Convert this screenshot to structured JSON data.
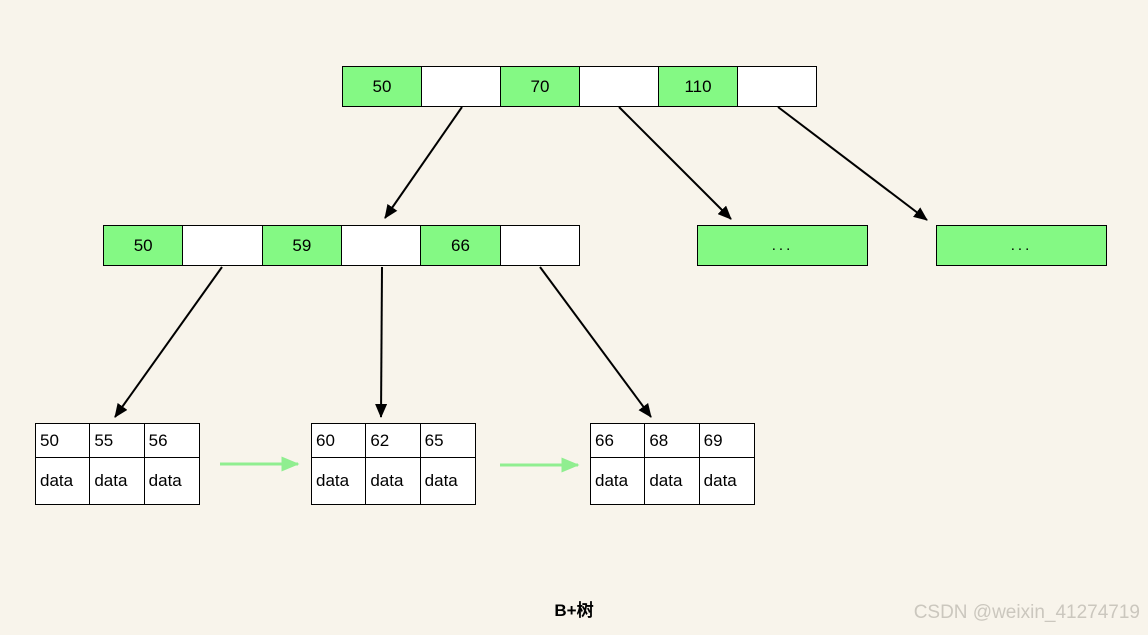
{
  "colors": {
    "background": "#F8F4EB",
    "node_green": "#84F984",
    "link_arrow_green": "#90EE90",
    "edge_black": "#000000",
    "watermark_gray": "#CBC7BE"
  },
  "root_node": {
    "cells": [
      {
        "label": "50",
        "type": "key"
      },
      {
        "label": "",
        "type": "pointer"
      },
      {
        "label": "70",
        "type": "key"
      },
      {
        "label": "",
        "type": "pointer"
      },
      {
        "label": "110",
        "type": "key"
      },
      {
        "label": "",
        "type": "pointer"
      }
    ]
  },
  "internal_node": {
    "cells": [
      {
        "label": "50",
        "type": "key"
      },
      {
        "label": "",
        "type": "pointer"
      },
      {
        "label": "59",
        "type": "key"
      },
      {
        "label": "",
        "type": "pointer"
      },
      {
        "label": "66",
        "type": "key"
      },
      {
        "label": "",
        "type": "pointer"
      }
    ]
  },
  "collapsed_nodes": [
    {
      "label": "..."
    },
    {
      "label": "..."
    }
  ],
  "leaf_nodes": [
    {
      "keys": [
        "50",
        "55",
        "56"
      ],
      "values": [
        "data",
        "data",
        "data"
      ]
    },
    {
      "keys": [
        "60",
        "62",
        "65"
      ],
      "values": [
        "data",
        "data",
        "data"
      ]
    },
    {
      "keys": [
        "66",
        "68",
        "69"
      ],
      "values": [
        "data",
        "data",
        "data"
      ]
    }
  ],
  "caption": "B+树",
  "watermark": "CSDN @weixin_41274719"
}
